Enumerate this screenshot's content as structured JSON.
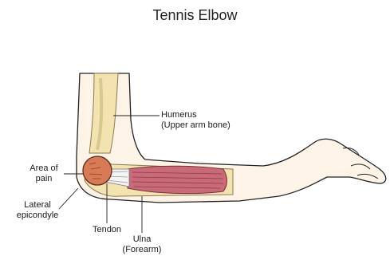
{
  "title": "Tennis Elbow",
  "labels": {
    "humerus": {
      "line1": "Humerus",
      "line2": "(Upper arm bone)"
    },
    "area_of_pain": {
      "line1": "Area of",
      "line2": "pain"
    },
    "lateral_epicondyle": {
      "line1": "Lateral",
      "line2": "epicondyle"
    },
    "tendon": {
      "line1": "Tendon"
    },
    "ulna": {
      "line1": "Ulna",
      "line2": "(Forearm)"
    }
  },
  "colors": {
    "skin": "#fdf3e6",
    "bone": "#f2e3b0",
    "muscle": "#c96a78",
    "pain": "#d77a55",
    "outline": "#222222"
  }
}
